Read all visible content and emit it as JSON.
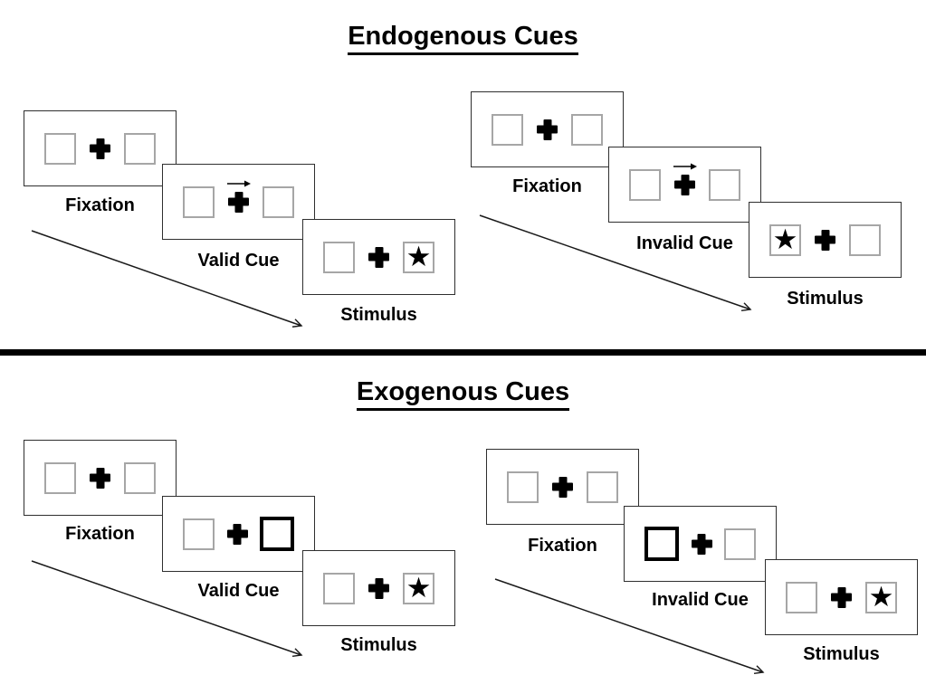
{
  "titles": {
    "endogenous": "Endogenous Cues",
    "exogenous": "Exogenous Cues"
  },
  "symbols": {
    "star": "★",
    "cue_arrow_direction": "right",
    "fixation_cross": "+"
  },
  "colors": {
    "ink": "#000000",
    "panel_border": "#2f2f2f",
    "square_border": "#a6a6a6",
    "highlight_square_border": "#000000",
    "background": "#ffffff"
  },
  "sequences": [
    {
      "name": "endogenous-valid",
      "fixation_label": "Fixation",
      "cue_label": "Valid Cue",
      "stimulus_label": "Stimulus",
      "cue_type": "central-arrow",
      "cue_direction": "right",
      "stimulus_star_side": "right"
    },
    {
      "name": "endogenous-invalid",
      "fixation_label": "Fixation",
      "cue_label": "Invalid Cue",
      "stimulus_label": "Stimulus",
      "cue_type": "central-arrow",
      "cue_direction": "right",
      "stimulus_star_side": "left"
    },
    {
      "name": "exogenous-valid",
      "fixation_label": "Fixation",
      "cue_label": "Valid Cue",
      "stimulus_label": "Stimulus",
      "cue_type": "peripheral-box-highlight",
      "cue_side": "right",
      "stimulus_star_side": "right"
    },
    {
      "name": "exogenous-invalid",
      "fixation_label": "Fixation",
      "cue_label": "Invalid Cue",
      "stimulus_label": "Stimulus",
      "cue_type": "peripheral-box-highlight",
      "cue_side": "left",
      "stimulus_star_side": "right"
    }
  ]
}
